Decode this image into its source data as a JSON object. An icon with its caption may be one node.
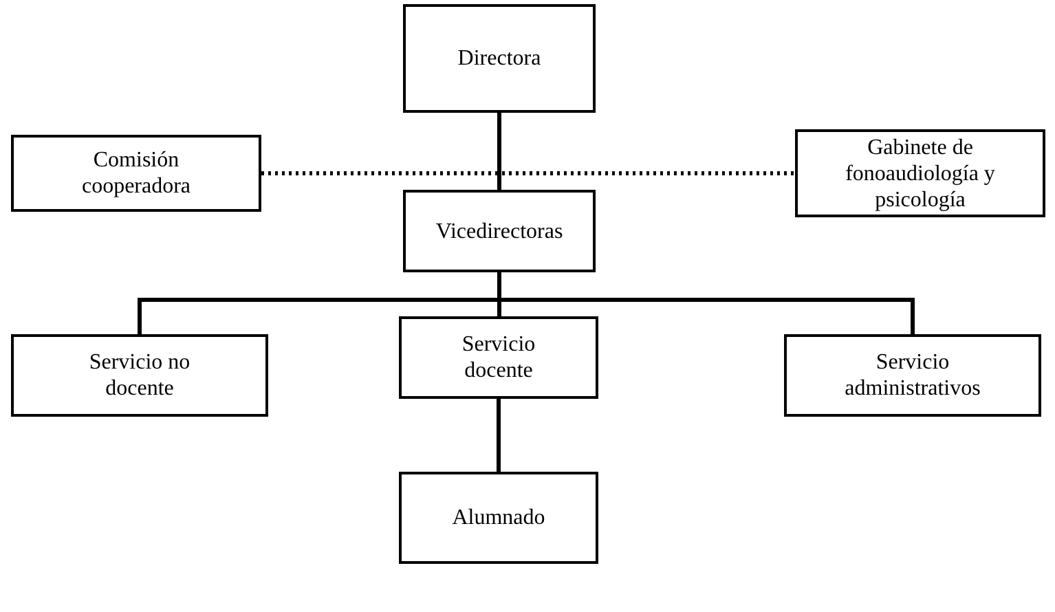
{
  "diagram": {
    "nodes": [
      {
        "text": [
          "Directora"
        ]
      },
      {
        "text": [
          "Comisión cooperadora"
        ]
      },
      {
        "text": [
          "Gabinete de fonoaudiología y psicología"
        ]
      },
      {
        "text": [
          "Vicedirectoras"
        ]
      },
      {
        "text": [
          "Servicio no docente"
        ]
      },
      {
        "text": [
          "Servicio docente"
        ]
      },
      {
        "text": [
          "Servicio administrativos"
        ]
      },
      {
        "text": [
          "Alumnado"
        ]
      }
    ],
    "edges": [
      {
        "from": 0,
        "to": 3,
        "arrow": "none"
      },
      {
        "from": 1,
        "to": 2,
        "arrow": "none",
        "style": "dashed"
      },
      {
        "from": 3,
        "to": 4,
        "arrow": "none"
      },
      {
        "from": 3,
        "to": 5,
        "arrow": "none"
      },
      {
        "from": 3,
        "to": 6,
        "arrow": "none"
      },
      {
        "from": 5,
        "to": 7,
        "arrow": "none"
      }
    ]
  }
}
